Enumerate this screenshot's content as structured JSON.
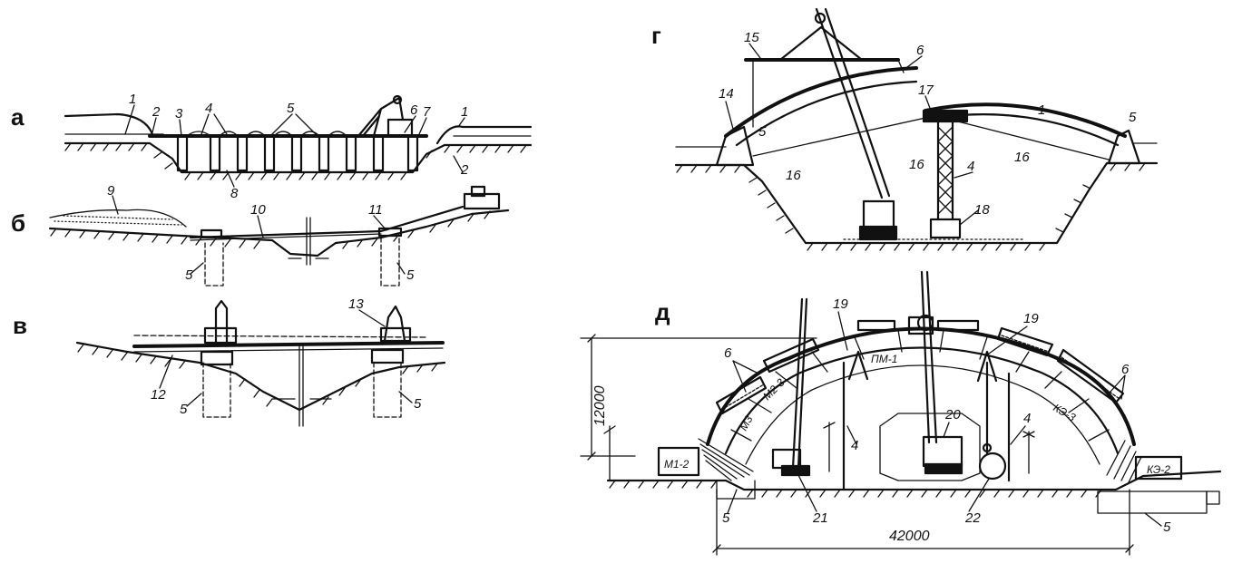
{
  "panels": {
    "a": "а",
    "b": "б",
    "v": "в",
    "g": "г",
    "d": "д"
  },
  "labels": {
    "a": [
      "1",
      "2",
      "3",
      "4",
      "5",
      "6",
      "7",
      "1",
      "2",
      "8"
    ],
    "b": [
      "9",
      "10",
      "11",
      "5",
      "5"
    ],
    "v": [
      "13",
      "12",
      "5",
      "5"
    ],
    "g": [
      "15",
      "6",
      "14",
      "5",
      "16",
      "17",
      "1",
      "5",
      "16",
      "16",
      "4",
      "18"
    ],
    "d": [
      "19",
      "6",
      "19",
      "6",
      "4",
      "20",
      "4",
      "5",
      "21",
      "22",
      "5"
    ]
  },
  "segments": [
    "М3",
    "М2-3",
    "ПМ-1",
    "КЭ-3",
    "М1-2",
    "КЭ-2"
  ],
  "dimensions": {
    "height": "12000",
    "span": "42000"
  }
}
